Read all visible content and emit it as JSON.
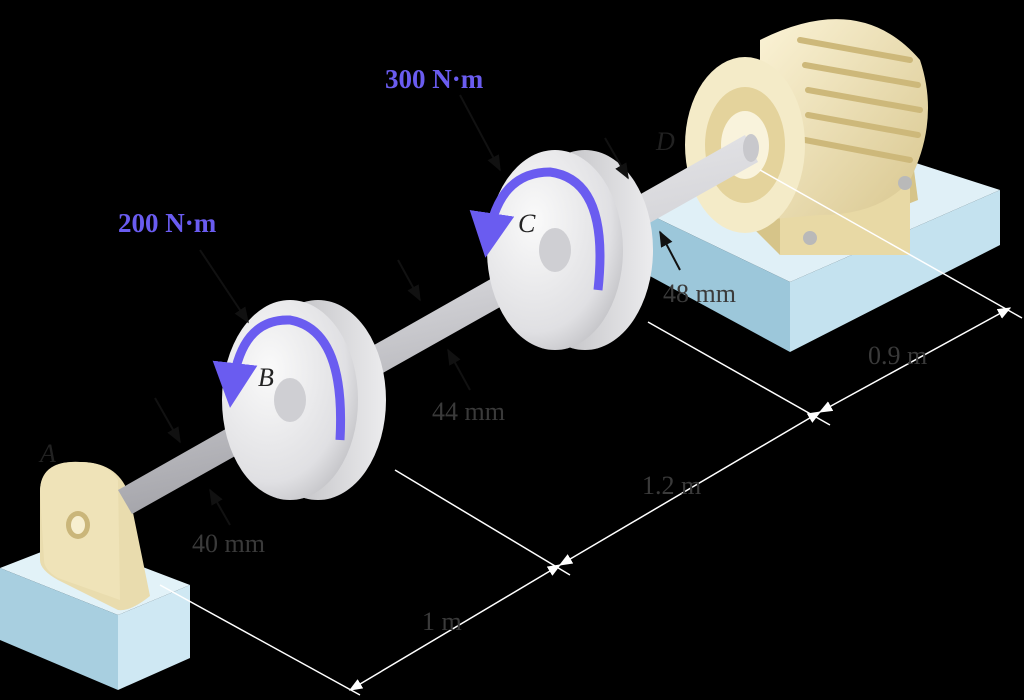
{
  "diagram": {
    "torque_B": "200 N·m",
    "torque_C": "300 N·m",
    "point_A": "A",
    "point_B": "B",
    "point_C": "C",
    "point_D": "D",
    "dia_AB": "40 mm",
    "dia_BC": "44 mm",
    "dia_CD": "48 mm",
    "len_AB": "1 m",
    "len_BC": "1.2 m",
    "len_CD": "0.9 m"
  },
  "colors": {
    "background": "#000000",
    "torque_text": "#6a5cf0",
    "torque_arrow": "#6a5cf0",
    "base_blocks": "#c3e3ef",
    "motor_body": "#eee0b2",
    "disk": "#e6e6e8",
    "shaft": "#d8d8dc",
    "dimension_line": "#ffffff"
  }
}
